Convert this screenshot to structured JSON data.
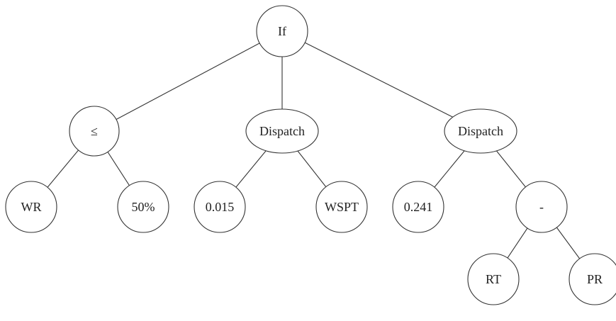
{
  "nodes": [
    {
      "id": "if",
      "label": "If",
      "shape": "circle"
    },
    {
      "id": "leq",
      "label": "≤",
      "shape": "circle"
    },
    {
      "id": "dispatch1",
      "label": "Dispatch",
      "shape": "ellipse"
    },
    {
      "id": "dispatch2",
      "label": "Dispatch",
      "shape": "ellipse"
    },
    {
      "id": "wr",
      "label": "WR",
      "shape": "circle"
    },
    {
      "id": "pct50",
      "label": "50%",
      "shape": "circle"
    },
    {
      "id": "c0015",
      "label": "0.015",
      "shape": "circle"
    },
    {
      "id": "wspt",
      "label": "WSPT",
      "shape": "circle"
    },
    {
      "id": "c0241",
      "label": "0.241",
      "shape": "circle"
    },
    {
      "id": "minus",
      "label": "-",
      "shape": "circle"
    },
    {
      "id": "rt",
      "label": "RT",
      "shape": "circle"
    },
    {
      "id": "pr",
      "label": "PR",
      "shape": "circle"
    }
  ],
  "edges": [
    {
      "from": "if",
      "to": "leq"
    },
    {
      "from": "if",
      "to": "dispatch1"
    },
    {
      "from": "if",
      "to": "dispatch2"
    },
    {
      "from": "leq",
      "to": "wr"
    },
    {
      "from": "leq",
      "to": "pct50"
    },
    {
      "from": "dispatch1",
      "to": "c0015"
    },
    {
      "from": "dispatch1",
      "to": "wspt"
    },
    {
      "from": "dispatch2",
      "to": "c0241"
    },
    {
      "from": "dispatch2",
      "to": "minus"
    },
    {
      "from": "minus",
      "to": "rt"
    },
    {
      "from": "minus",
      "to": "pr"
    }
  ],
  "colors": {
    "stroke": "#333333",
    "fill": "#ffffff",
    "text": "#222222"
  }
}
